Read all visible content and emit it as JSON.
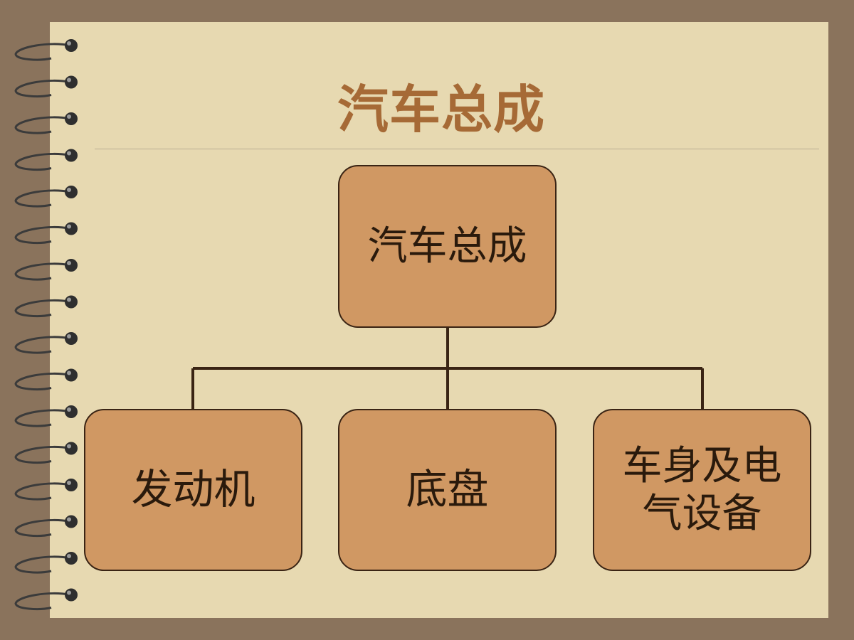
{
  "slide": {
    "title": "汽车总成"
  },
  "diagram": {
    "root": "汽车总成",
    "children": [
      "发动机",
      "底盘",
      "车身及电气设备"
    ]
  },
  "colors": {
    "background": "#8a735c",
    "paper": "#e7d9b1",
    "title": "#a66a36",
    "node_fill": "#d09863",
    "node_border": "#3a2414",
    "connector": "#3a2414"
  }
}
